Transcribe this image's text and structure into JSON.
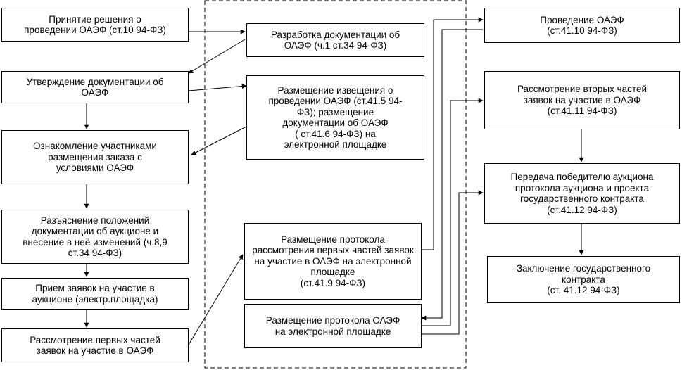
{
  "nodes": {
    "n1": "Принятие решения о\nпроведении ОАЭФ (ст.10 94-ФЗ)",
    "n2": "Утверждение документации об\nОАЭФ",
    "n3": "Ознакомление участниками\nразмещения заказа  с\nусловиями ОАЭФ",
    "n4": "Разъяснение положений\nдокументации об аукционе и\nвнесение в неё изменений (ч.8,9\nст.34 94-ФЗ)",
    "n5": "Прием заявок на участие в\nаукционе (электр.площадка)",
    "n6": "Рассмотрение первых частей\nзаявок на участие в ОАЭФ",
    "m1": "Разработка документации об\nОАЭФ (ч.1 ст.34 94-ФЗ)",
    "m2": "Размещение извещения о\nпроведении ОАЭФ (ст.41.5 94-\nФЗ); размещение\nдокументации об ОАЭФ\n( ст.41.6 94-ФЗ) на\nэлектронной площадке",
    "m3": "Размещение протокола\nрассмотрения первых частей заявок\nна участие в ОАЭФ на электронной\nплощадке\n(ст.41.9 94-ФЗ)",
    "m4": "Размещение протокола ОАЭФ\nна электронной площадке",
    "r1": "Проведение ОАЭФ\n(ст.41.10 94-ФЗ)",
    "r2": "Рассмотрение вторых частей\nзаявок на участие в ОАЭФ\n(ст.41.11 94-ФЗ)",
    "r3": "Передача победителю аукциона\nпротокола аукциона и проекта\nгосударственного контракта\n(ст.41.12 94-ФЗ)",
    "r4": "Заключение государственного\nконтракта\n(ст. 41.12 94-ФЗ)"
  }
}
